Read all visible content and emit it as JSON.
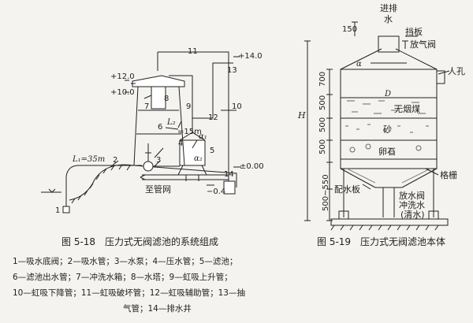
{
  "fig1": {
    "caption": "图 5-18　压力式无阀滤池的系统组成",
    "labels": {
      "L1": "L₁=35m",
      "L2": "L₂",
      "L2_val": "=15m",
      "z_14": "+14.0",
      "z_12": "+12.0",
      "z_10": "+10.0",
      "z_0": "±0.00",
      "z_m04": "−0.4",
      "to_net": "至管网",
      "alpha1": "α₁",
      "alpha2": "α₂",
      "n1": "1",
      "n2": "2",
      "n3": "3",
      "n4": "4",
      "n5": "5",
      "n6": "6",
      "n7": "7",
      "n8": "8",
      "n9": "9",
      "n10": "10",
      "n11": "11",
      "n12": "12",
      "n13": "13",
      "n14": "14"
    }
  },
  "fig2": {
    "caption": "图 5-19　压力式无阀滤池本体",
    "labels": {
      "inout": "进排",
      "water": "水",
      "d150": "150",
      "baffle": "挡板",
      "vent_valve": "放气阀",
      "manhole": "人孔",
      "alpha": "α",
      "D": "D",
      "H": "H",
      "d700": "700",
      "d500a": "500",
      "d500b": "500",
      "d500c": "500",
      "anthracite": "无烟煤",
      "sand": "砂",
      "gravel": "卵石",
      "grille": "格栅",
      "dist_plate": "配水板",
      "drain_valve": "放水阀",
      "flush": "冲洗水",
      "clear": "(清水)",
      "base": "500~550"
    }
  },
  "legend": {
    "line1": "1—吸水底阀；2—吸水管；3—水泵；4—压水管；5—滤池；",
    "line2": "6—滤池出水管；7—冲洗水箱；8—水塔；9—虹吸上升管；",
    "line3": "10—虹吸下降管；11—虹吸破坏管；12—虹吸辅助管；13—抽",
    "line4": "气管；14—排水井"
  }
}
